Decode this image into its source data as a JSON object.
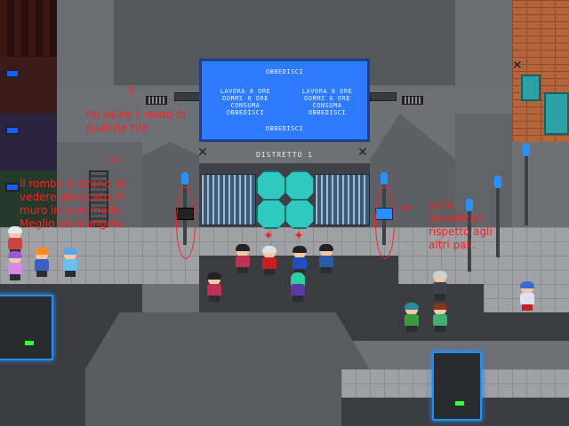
{
  "screen": {
    "header": "OBBEDISCI",
    "left_lines": [
      "LAVORA 8 ORE",
      "DORMI 8 ORE",
      "CONSUMA",
      "OBBEDISCI"
    ],
    "right_lines": [
      "LAVORA 8 ORE",
      "DORMI 8 ORE",
      "CONSUMA",
      "OBBEDISCI"
    ],
    "footer": "OBBEDISCI"
  },
  "district_sign": "DISTRETTO 1",
  "notes": {
    "wall": "Fai salire il muro di qualche tile",
    "rhombus": "il rombo è strano da vedere attaccato al muro in quel modo. Meglio un triangolo.",
    "poles": "sono decentrati rispetto agli altri pali."
  },
  "icons": {
    "arrow_up": "arrow-up-icon",
    "arrow_right": "arrow-right-icon",
    "arrow_left": "arrow-left-icon",
    "marker": "red-star-marker-icon"
  },
  "colors": {
    "screen": "#2f7bff",
    "annotation": "#ff2020",
    "gate_hex": "#2fc9c0",
    "brick": "#b5653c"
  }
}
